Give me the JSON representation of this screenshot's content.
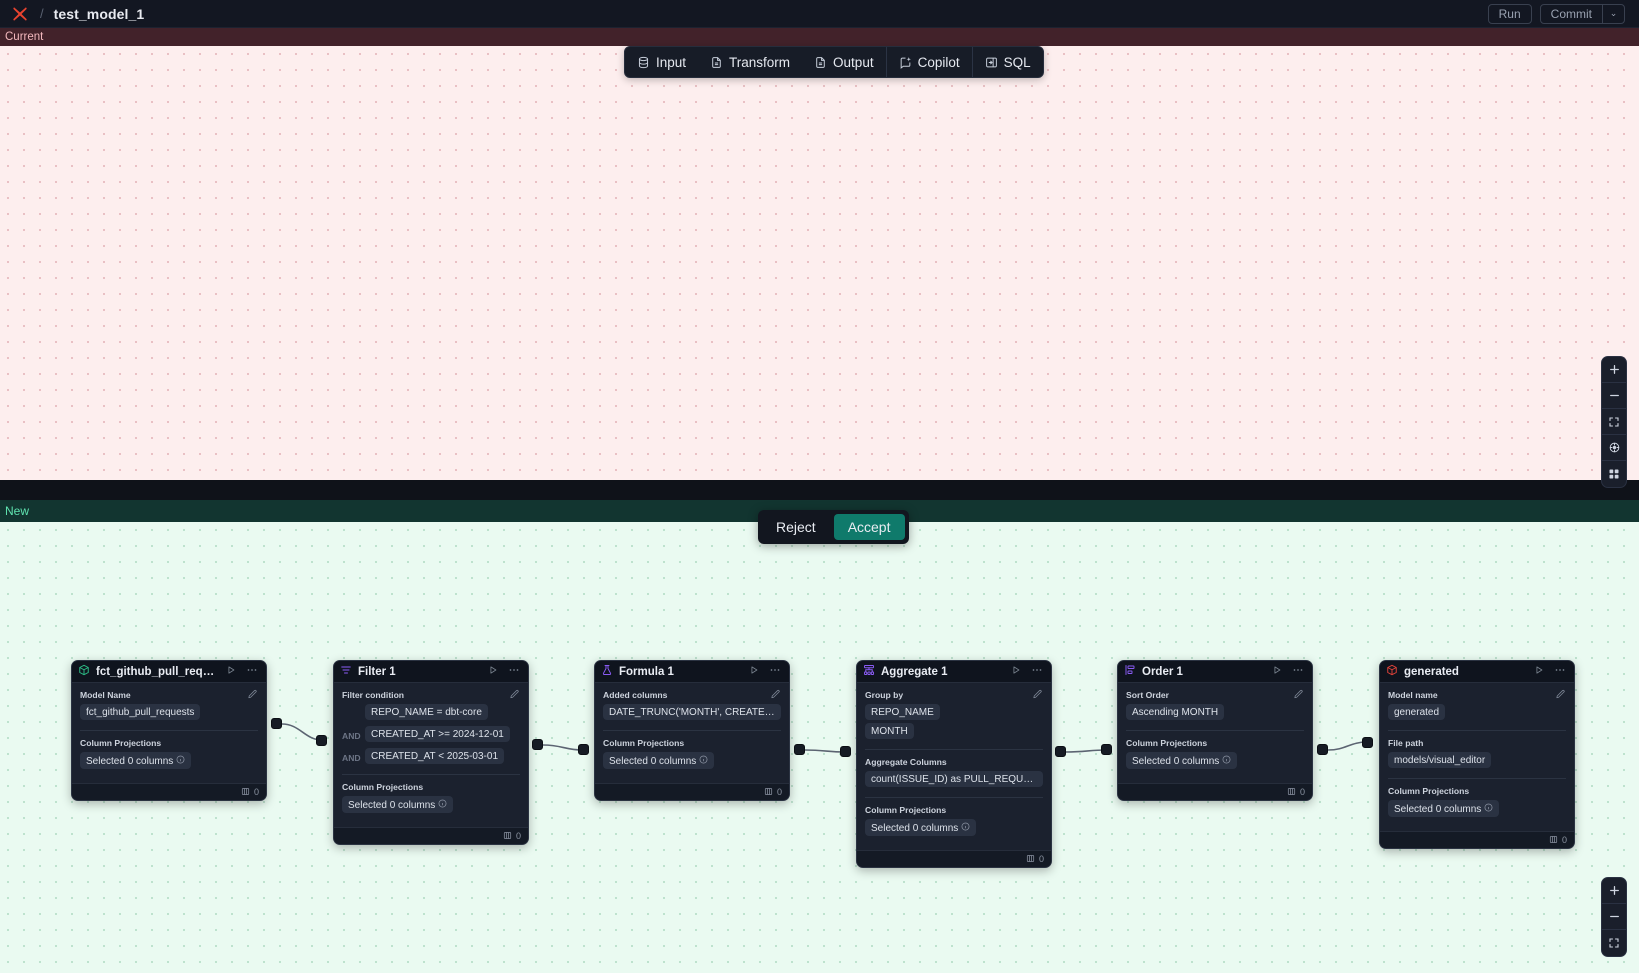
{
  "appbar": {
    "logo_icon": "x-logo-icon",
    "separator": "/",
    "title": "test_model_1",
    "run_label": "Run",
    "commit_label": "Commit",
    "commit_caret": "⌄"
  },
  "toolbar": {
    "items": [
      {
        "label": "Input",
        "icon": "database-icon"
      },
      {
        "label": "Transform",
        "icon": "document-icon"
      },
      {
        "label": "Output",
        "icon": "document-icon"
      },
      {
        "label": "Copilot",
        "icon": "sparkle-chat-icon"
      },
      {
        "label": "SQL",
        "icon": "sql-panel-icon"
      }
    ]
  },
  "panels": {
    "current_label": "Current",
    "new_label": "New"
  },
  "decision": {
    "reject_label": "Reject",
    "accept_label": "Accept",
    "accept_color": "#0f7a6b"
  },
  "zoom_controls_top": [
    {
      "icon": "plus-icon",
      "glyph": "+"
    },
    {
      "icon": "minus-icon",
      "glyph": "−"
    },
    {
      "icon": "fit-screen-icon",
      "glyph": ""
    },
    {
      "icon": "center-target-icon",
      "glyph": ""
    },
    {
      "icon": "grid-icon",
      "glyph": ""
    }
  ],
  "zoom_controls_bottom": [
    {
      "icon": "plus-icon",
      "glyph": "+"
    },
    {
      "icon": "minus-icon",
      "glyph": "−"
    },
    {
      "icon": "fit-screen-icon",
      "glyph": ""
    }
  ],
  "nodes": [
    {
      "id": "source",
      "title": "fct_github_pull_requests",
      "icon": "cube-icon",
      "icon_color": "#2dbd87",
      "run_icon": "play-icon",
      "more_icon": "ellipsis-icon",
      "row_count": "0",
      "sections": [
        {
          "label": "Model Name",
          "editable": true,
          "pills": [
            "fct_github_pull_requests"
          ]
        },
        {
          "label": "Column Projections",
          "editable": false,
          "pills": [
            "Selected 0 columns"
          ],
          "info": true
        }
      ]
    },
    {
      "id": "filter",
      "title": "Filter 1",
      "icon": "filter-icon",
      "icon_color": "#8b5cf6",
      "run_icon": "play-icon",
      "more_icon": "ellipsis-icon",
      "row_count": "0",
      "sections": [
        {
          "label": "Filter condition",
          "editable": true,
          "conditions": [
            {
              "prefix": "",
              "text": "REPO_NAME = dbt-core"
            },
            {
              "prefix": "AND",
              "text": "CREATED_AT >= 2024-12-01"
            },
            {
              "prefix": "AND",
              "text": "CREATED_AT < 2025-03-01"
            }
          ]
        },
        {
          "label": "Column Projections",
          "editable": false,
          "pills": [
            "Selected 0 columns"
          ],
          "info": true
        }
      ]
    },
    {
      "id": "formula",
      "title": "Formula 1",
      "icon": "formula-icon",
      "icon_color": "#8b5cf6",
      "run_icon": "play-icon",
      "more_icon": "ellipsis-icon",
      "row_count": "0",
      "sections": [
        {
          "label": "Added columns",
          "editable": true,
          "pills": [
            "DATE_TRUNC('MONTH', CREATED_AT..."
          ]
        },
        {
          "label": "Column Projections",
          "editable": false,
          "pills": [
            "Selected 0 columns"
          ],
          "info": true
        }
      ]
    },
    {
      "id": "aggregate",
      "title": "Aggregate 1",
      "icon": "aggregate-icon",
      "icon_color": "#8b5cf6",
      "run_icon": "play-icon",
      "more_icon": "ellipsis-icon",
      "row_count": "0",
      "sections": [
        {
          "label": "Group by",
          "editable": true,
          "pills": [
            "REPO_NAME",
            "MONTH"
          ]
        },
        {
          "label": "Aggregate Columns",
          "editable": false,
          "pills": [
            "count(ISSUE_ID) as PULL_REQUEST_..."
          ]
        },
        {
          "label": "Column Projections",
          "editable": false,
          "pills": [
            "Selected 0 columns"
          ],
          "info": true
        }
      ]
    },
    {
      "id": "order",
      "title": "Order 1",
      "icon": "sort-icon",
      "icon_color": "#8b5cf6",
      "run_icon": "play-icon",
      "more_icon": "ellipsis-icon",
      "row_count": "0",
      "sections": [
        {
          "label": "Sort Order",
          "editable": true,
          "pills": [
            "Ascending MONTH"
          ]
        },
        {
          "label": "Column Projections",
          "editable": false,
          "pills": [
            "Selected 0 columns"
          ],
          "info": true
        }
      ]
    },
    {
      "id": "generated",
      "title": "generated",
      "icon": "cube-icon",
      "icon_color": "#e2433a",
      "run_icon": "play-icon",
      "more_icon": "ellipsis-icon",
      "row_count": "0",
      "sections": [
        {
          "label": "Model name",
          "editable": true,
          "pills": [
            "generated"
          ]
        },
        {
          "label": "File path",
          "editable": false,
          "pills": [
            "models/visual_editor"
          ]
        },
        {
          "label": "Column Projections",
          "editable": false,
          "pills": [
            "Selected 0 columns"
          ],
          "info": true
        }
      ]
    }
  ]
}
